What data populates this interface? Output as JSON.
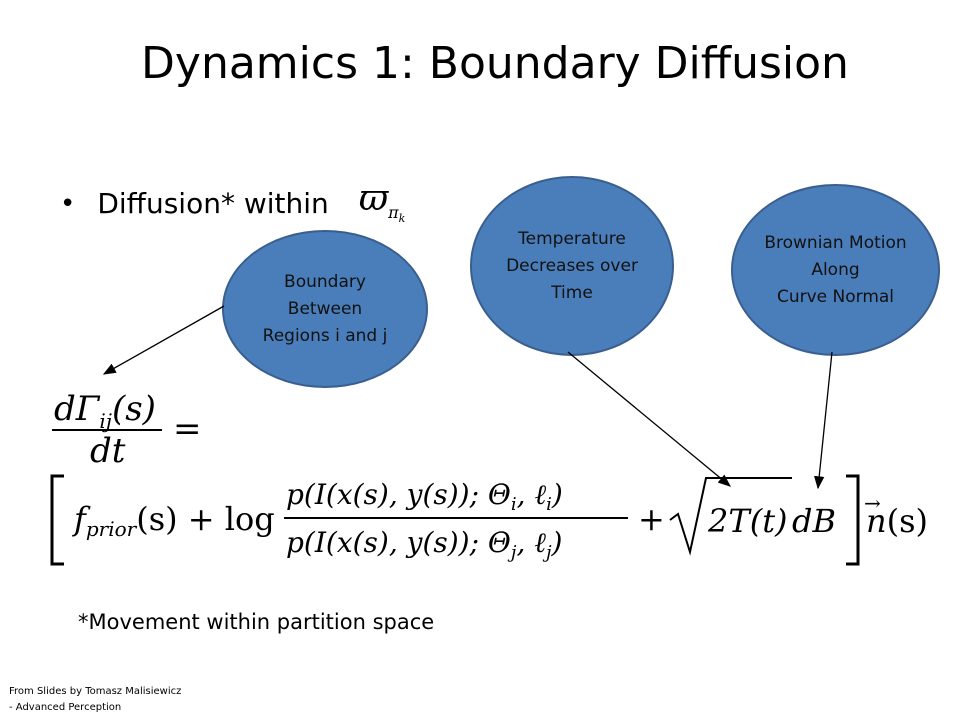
{
  "slide": {
    "title": "Dynamics 1: Boundary Diffusion",
    "bullet": {
      "marker": "•",
      "text": "Diffusion* within",
      "math_symbol": "ϖ",
      "math_subscript": "π",
      "math_subsub": "k"
    },
    "callouts": [
      {
        "id": "boundary",
        "text": "Boundary\nBetween\nRegions i and j"
      },
      {
        "id": "temperature",
        "text": "Temperature\nDecreases over\nTime"
      },
      {
        "id": "brownian",
        "text": "Brownian Motion\nAlong\nCurve Normal"
      }
    ],
    "equation": {
      "lhs_num": "dΓ",
      "lhs_sub": "ij",
      "lhs_arg": "(s)",
      "lhs_den": "dt",
      "equals": "=",
      "f_term": "f",
      "f_sub": "prior",
      "f_arg": "(s) + log",
      "frac_num": "p(I(x(s), y(s)); Θ",
      "frac_num_sub1": "i",
      "frac_num_mid": ", ℓ",
      "frac_num_sub2": "i",
      "frac_num_end": ")",
      "frac_den": "p(I(x(s), y(s)); Θ",
      "frac_den_sub1": "j",
      "frac_den_mid": ", ℓ",
      "frac_den_sub2": "j",
      "frac_den_end": ")",
      "plus": "+",
      "sqrt_content": "2T(t)",
      "dB": "dB",
      "normal": "n",
      "normal_arrow": "→",
      "normal_arg": "(s)"
    },
    "footnote": "*Movement within partition space",
    "credits": "From Slides by Tomasz  Malisiewicz\n- Advanced Perception",
    "colors": {
      "ellipse_fill": "#4a7ebb",
      "ellipse_border": "#3a5f8f"
    }
  }
}
